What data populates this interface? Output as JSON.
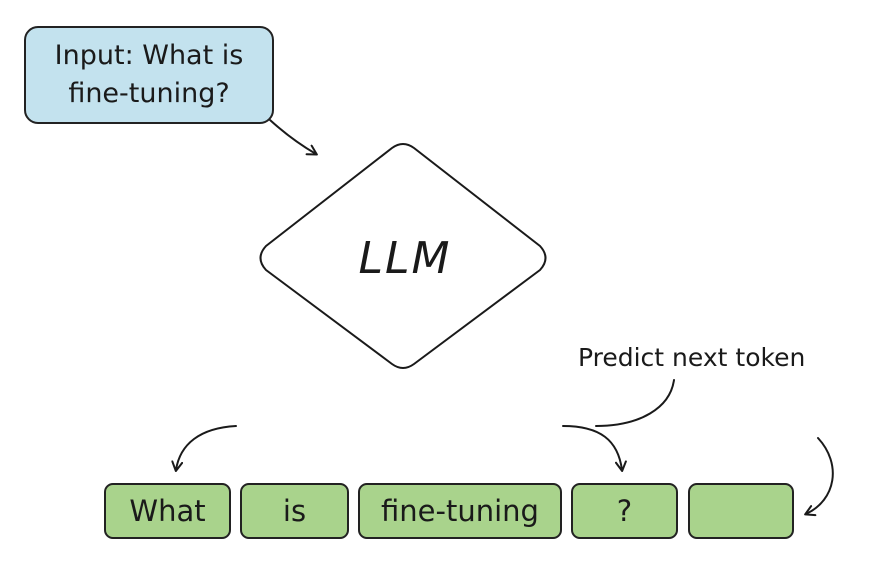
{
  "input": {
    "line1": "Input: What is",
    "line2": "fine-tuning?"
  },
  "model": {
    "label": "LLM"
  },
  "annotation": {
    "text": "Predict next token"
  },
  "tokens": [
    "What",
    "is",
    "fine-tuning",
    "?",
    ""
  ],
  "colors": {
    "input_fill": "#c3e2ee",
    "token_fill": "#a9d38c",
    "outline": "#222222",
    "diamond_fill": "#ffffff"
  }
}
